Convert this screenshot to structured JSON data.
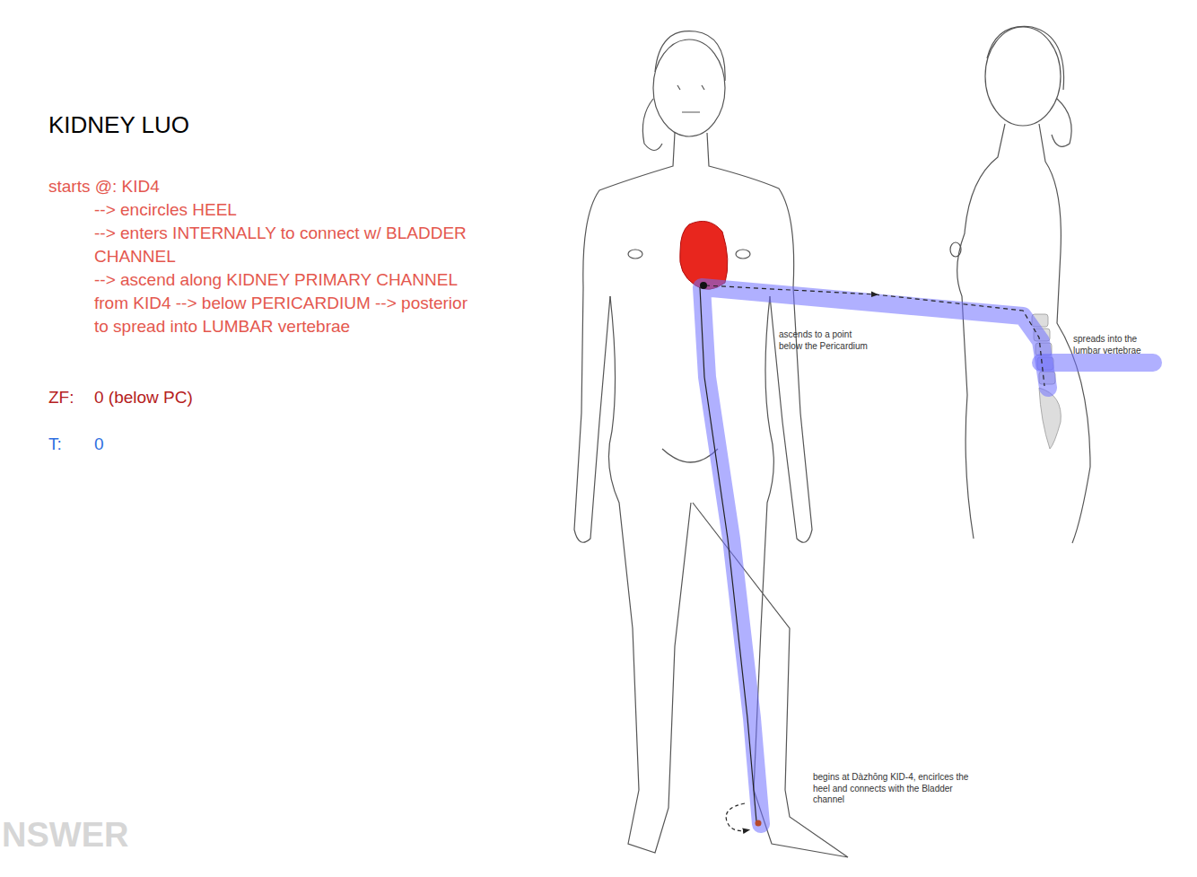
{
  "diagram": {
    "title": "KIDNEY LUO",
    "labels": [
      "starts @: KID4",
      "--> encircles HEEL",
      "--> enters INTERNALLY to connect w/ BLADDER CHANNEL",
      "--> ascend along KIDNEY PRIMARY CHANNEL from KID4 --> below PERICARDIUM --> posterior to spread into LUMBAR vertebrae",
      "ZF:",
      "0 (below PC)",
      "T:",
      "0",
      "ascends to a point below the Pericardium",
      "spreads into the lumbar vertebrae",
      "begins at Dàzhōng KID-4, encirlces the heel and connects with the Bladder channel",
      "NSWER"
    ]
  }
}
